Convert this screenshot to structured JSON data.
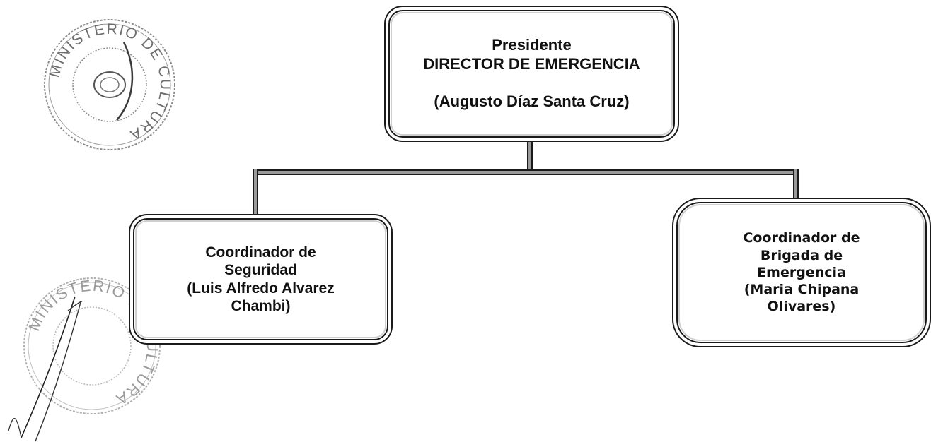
{
  "stamps": {
    "top": {
      "kind": "official-seal",
      "ring_text": "MINISTERIO DE CULTURA"
    },
    "bottom": {
      "kind": "official-seal-with-signature",
      "ring_text": "MINISTERIO DE CULTURA"
    }
  },
  "org_chart": {
    "president": {
      "lines": [
        "Presidente",
        "DIRECTOR DE EMERGENCIA",
        "(Augusto Díaz Santa Cruz)"
      ]
    },
    "security_coordinator": {
      "lines": [
        "Coordinador de",
        "Seguridad",
        "(Luis Alfredo Alvarez",
        "Chambi)"
      ]
    },
    "brigade_coordinator": {
      "lines": [
        "Coordinador de",
        "Brigada de",
        "Emergencia",
        "(Maria Chipana",
        "Olivares)"
      ]
    }
  },
  "colors": {
    "line": "#1a1a1a",
    "background": "#ffffff",
    "stamp_ink": "#8a8a8a"
  }
}
